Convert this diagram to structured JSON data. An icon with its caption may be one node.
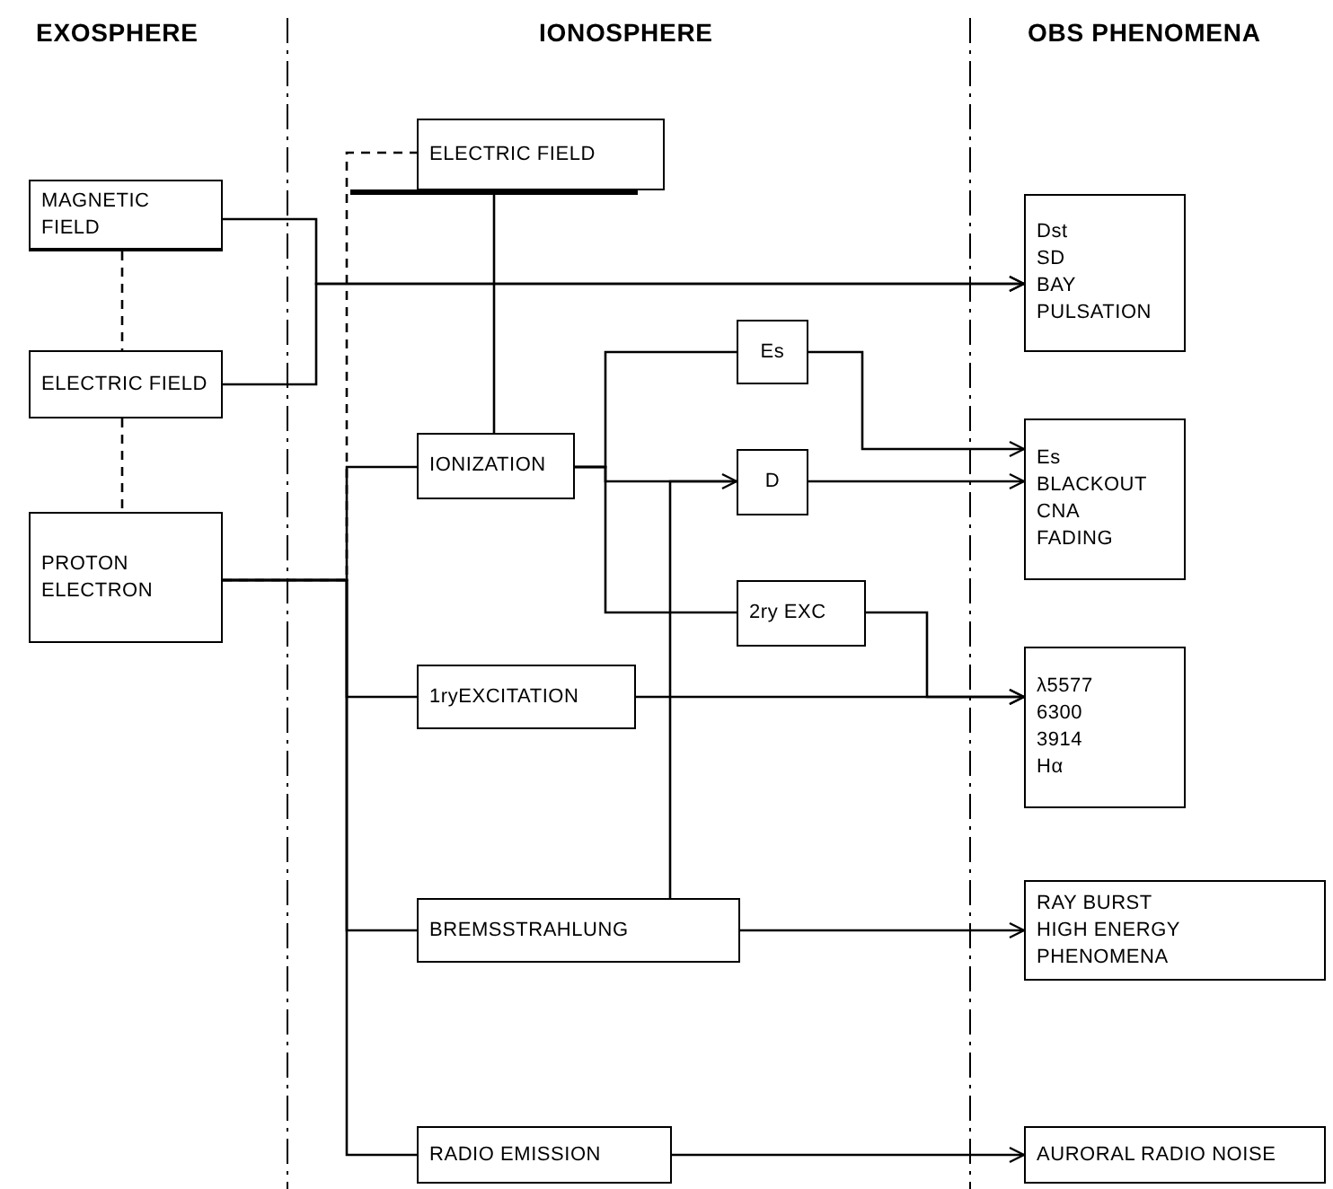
{
  "diagram": {
    "nodes": [
      {
        "text": [
          "MAGNETIC FIELD"
        ]
      },
      {
        "text": [
          "ELECTRIC FIELD"
        ]
      },
      {
        "text": [
          "PROTON ELECTRON"
        ]
      },
      {
        "text": [
          "ELECTRIC FIELD"
        ]
      },
      {
        "text": [
          "IONIZATION"
        ]
      },
      {
        "text": [
          "Es"
        ]
      },
      {
        "text": [
          "D"
        ]
      },
      {
        "text": [
          "2ry EXC"
        ]
      },
      {
        "text": [
          "1ryEXCITATION"
        ]
      },
      {
        "text": [
          "BREMSSTRAHLUNG"
        ]
      },
      {
        "text": [
          "RADIO EMISSION"
        ]
      },
      {
        "text": [
          "Dst",
          "SD",
          "BAY",
          "PULSATION"
        ]
      },
      {
        "text": [
          "Es",
          "BLACKOUT",
          "CNA",
          "FADING"
        ]
      },
      {
        "text": [
          "λ5577",
          "6300",
          "3914",
          "Hα"
        ]
      },
      {
        "text": [
          "RAY BURST",
          "HIGH ENERGY PHENOMENA"
        ]
      },
      {
        "text": [
          "AURORAL RADIO NOISE"
        ]
      }
    ],
    "edges": [
      {
        "from": 0,
        "to": 1,
        "arrow": "none",
        "style": "dashed"
      },
      {
        "from": 1,
        "to": 2,
        "arrow": "none",
        "style": "dashed"
      },
      {
        "from": 0,
        "to": 11,
        "arrow": "to"
      },
      {
        "from": 1,
        "to": 11,
        "arrow": "to"
      },
      {
        "from": 2,
        "to": 3,
        "arrow": "none",
        "style": "dashed"
      },
      {
        "from": 2,
        "to": 4,
        "arrow": "none"
      },
      {
        "from": 2,
        "to": 8,
        "arrow": "none"
      },
      {
        "from": 2,
        "to": 9,
        "arrow": "none"
      },
      {
        "from": 2,
        "to": 10,
        "arrow": "none"
      },
      {
        "from": 3,
        "to": 4,
        "arrow": "none"
      },
      {
        "from": 4,
        "to": 5,
        "arrow": "none"
      },
      {
        "from": 4,
        "to": 6,
        "arrow": "none"
      },
      {
        "from": 4,
        "to": 7,
        "arrow": "none"
      },
      {
        "from": 5,
        "to": 12,
        "arrow": "to"
      },
      {
        "from": 6,
        "to": 12,
        "arrow": "to"
      },
      {
        "from": 7,
        "to": 13,
        "arrow": "to"
      },
      {
        "from": 8,
        "to": 13,
        "arrow": "to"
      },
      {
        "from": 9,
        "to": 6,
        "arrow": "to"
      },
      {
        "from": 9,
        "to": 14,
        "arrow": "to"
      },
      {
        "from": 10,
        "to": 15,
        "arrow": "to"
      }
    ],
    "labels": [
      "EXOSPHERE",
      "IONOSPHERE",
      "OBS PHENOMENA"
    ]
  }
}
